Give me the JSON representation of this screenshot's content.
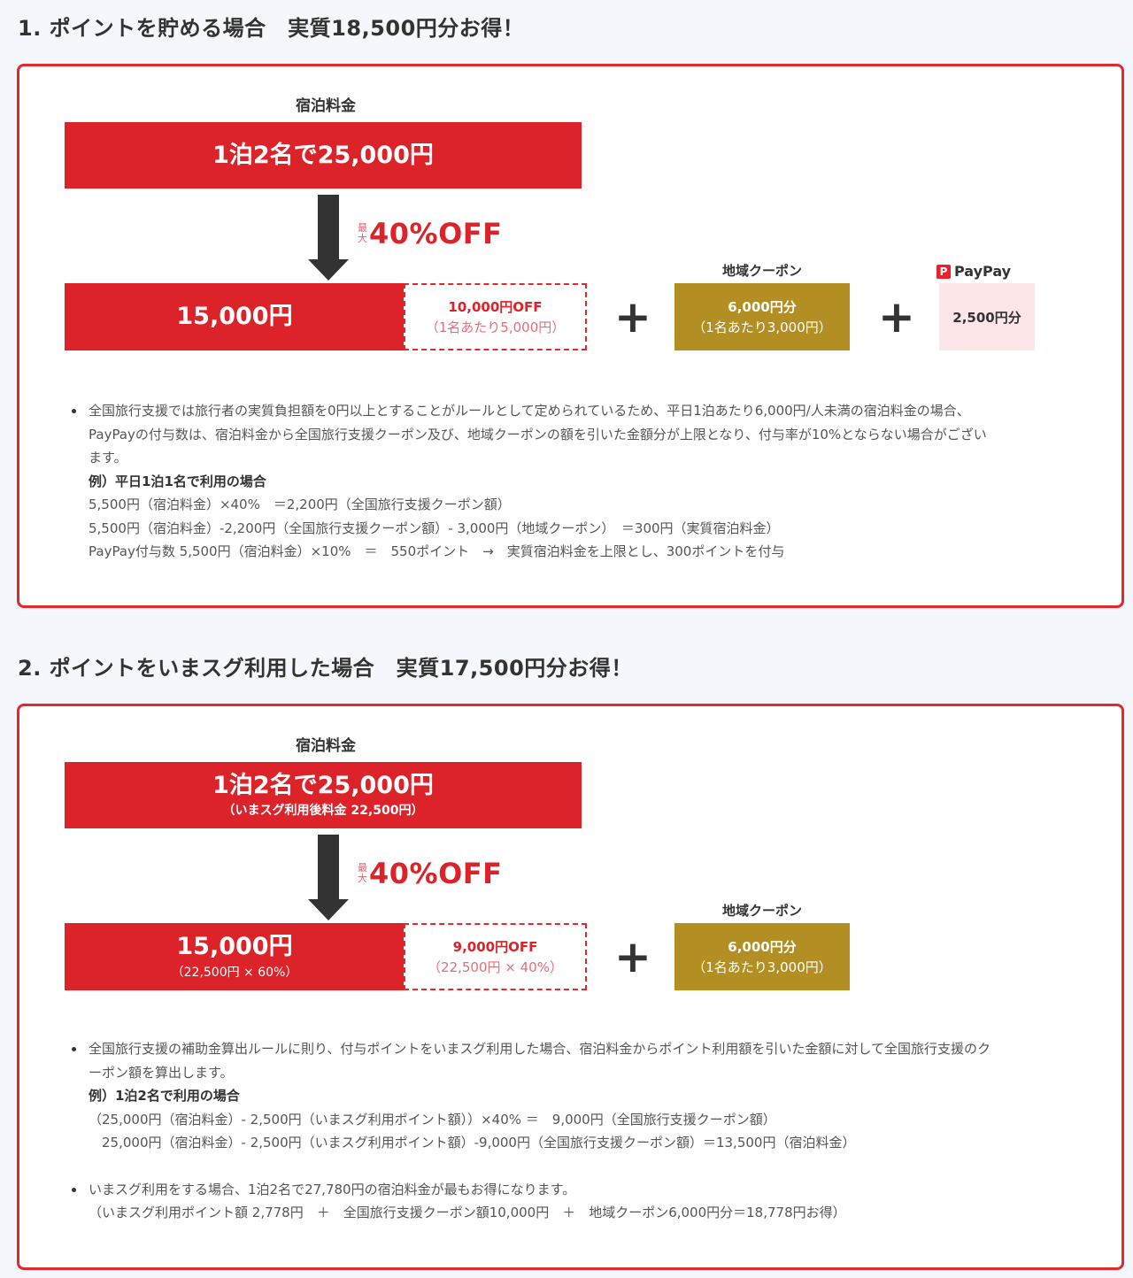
{
  "section1": {
    "title": "1. ポイントを貯める場合　実質18,500円分お得！",
    "price_label": "宿泊料金",
    "price_main": "1泊2名で25,000円",
    "discount_max": "最大",
    "discount_pct": "40%OFF",
    "result_price": "15,000円",
    "off_amount": "10,000円OFF",
    "off_detail": "（1名あたり5,000円）",
    "plus": "+",
    "coupon_label": "地域クーポン",
    "coupon_amount": "6,000円分",
    "coupon_detail": "（1名あたり3,000円）",
    "paypay_icon": "P",
    "paypay_label": "PayPay",
    "paypay_amount": "2,500円分",
    "notes": {
      "bullet1_line1": "全国旅行支援では旅行者の実質負担額を0円以上とすることがルールとして定められているため、平日1泊あたり6,000円/人未満の宿泊料金の場合、",
      "bullet1_line2": "PayPayの付与数は、宿泊料金から全国旅行支援クーポン及び、地域クーポンの額を引いた金額分が上限となり、付与率が10%とならない場合がござい",
      "bullet1_line3": "ます。",
      "example_title": "例）平日1泊1名で利用の場合",
      "example_lines": [
        "5,500円（宿泊料金）×40%　＝2,200円（全国旅行支援クーポン額）",
        "5,500円（宿泊料金）-2,200円（全国旅行支援クーポン額）- 3,000円（地域クーポン）　＝300円（実質宿泊料金）",
        "PayPay付与数 5,500円（宿泊料金）×10%　＝　550ポイント　→　実質宿泊料金を上限とし、300ポイントを付与"
      ]
    }
  },
  "section2": {
    "title": "2. ポイントをいまスグ利用した場合　実質17,500円分お得！",
    "price_label": "宿泊料金",
    "price_main": "1泊2名で25,000円",
    "price_sub": "（いまスグ利用後料金 22,500円）",
    "discount_max": "最大",
    "discount_pct": "40%OFF",
    "result_price": "15,000円",
    "result_detail": "（22,500円 × 60%）",
    "off_amount": "9,000円OFF",
    "off_detail": "（22,500円 × 40%）",
    "plus": "+",
    "coupon_label": "地域クーポン",
    "coupon_amount": "6,000円分",
    "coupon_detail": "（1名あたり3,000円）",
    "notes": {
      "bullet1_line1": "全国旅行支援の補助金算出ルールに則り、付与ポイントをいまスグ利用した場合、宿泊料金からポイント利用額を引いた金額に対して全国旅行支援のク",
      "bullet1_line2": "ーポン額を算出します。",
      "example_title": "例）1泊2名で利用の場合",
      "example_lines": [
        "（25,000円（宿泊料金）- 2,500円（いまスグ利用ポイント額））×40% ＝　9,000円（全国旅行支援クーポン額）",
        "　25,000円（宿泊料金）- 2,500円（いまスグ利用ポイント額）-9,000円（全国旅行支援クーポン額）＝13,500円（宿泊料金）"
      ],
      "bullet2_line1": "いまスグ利用をする場合、1泊2名で27,780円の宿泊料金が最もお得になります。",
      "bullet2_line2": "（いまスグ利用ポイント額 2,778円　＋　全国旅行支援クーポン額10,000円　＋　地域クーポン6,000円分＝18,778円お得）"
    }
  },
  "colors": {
    "accent_red": "#dc232a",
    "border_red": "#e5282c",
    "gold": "#b38e22",
    "pink": "#fde6e7",
    "background": "#f4f7fb"
  }
}
